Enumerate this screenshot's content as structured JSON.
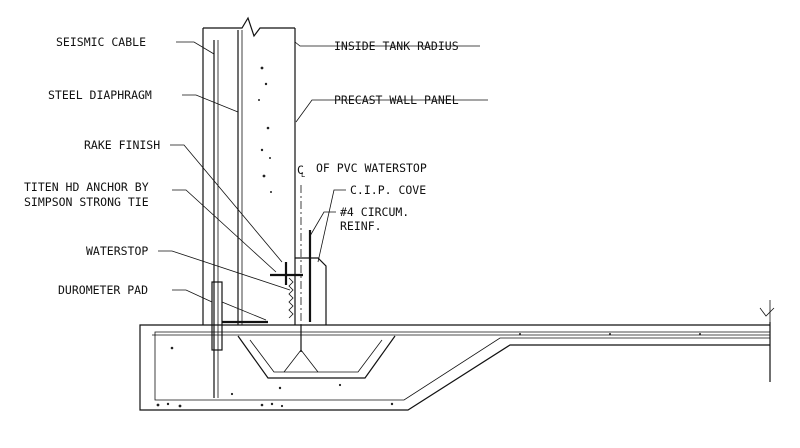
{
  "labels": {
    "seismic_cable": "SEISMIC CABLE",
    "steel_diaphragm": "STEEL DIAPHRAGM",
    "rake_finish": "RAKE FINISH",
    "titen_line1": "TITEN HD ANCHOR BY",
    "titen_line2": "SIMPSON STRONG TIE",
    "waterstop": "WATERSTOP",
    "durometer_pad": "DUROMETER PAD",
    "inside_tank_radius": "INSIDE TANK RADIUS",
    "precast_wall_panel": "PRECAST WALL PANEL",
    "cl_symbol": "C",
    "pvc_waterstop": "OF PVC WATERSTOP",
    "cip_cove": "C.I.P. COVE",
    "circum_line1": "#4 CIRCUM.",
    "circum_line2": "REINF."
  }
}
